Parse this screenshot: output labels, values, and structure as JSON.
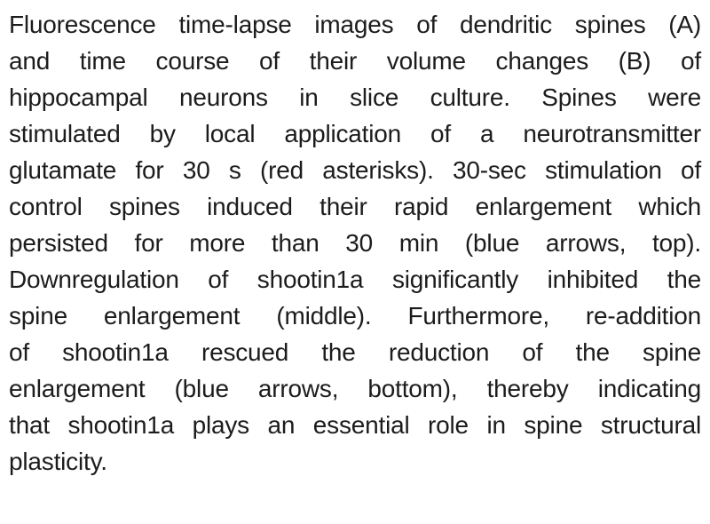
{
  "caption": {
    "text_color": "#1c1c1c",
    "background_color": "#ffffff",
    "full_text": "Fluorescence time-lapse images of dendritic spines (A) and time course of their volume changes (B) of hippocampal neurons in slice culture. Spines were stimulated by local application of a neurotransmitter glutamate for 30 s (red asterisks). 30-sec stimulation of control spines induced their rapid enlargement which persisted for more than 30 min (blue arrows, top). Downregulation of shootin1a significantly inhibited the spine enlargement (middle). Furthermore, re-addition of shootin1a rescued the reduction of the spine enlargement (blue arrows, bottom), thereby indicating that shootin1a plays an essential role in spine structural plasticity.",
    "lines": [
      "Fluorescence time-lapse images of dendritic spines (A)",
      "and time course of their volume changes (B) of",
      "hippocampal neurons in slice culture. Spines were",
      "stimulated by local application of a neurotransmitter",
      "glutamate for 30 s (red asterisks). 30-sec stimulation of",
      "control spines induced their rapid enlargement which",
      "persisted for more than 30 min (blue arrows, top).",
      "Downregulation of shootin1a significantly inhibited the",
      "spine enlargement (middle). Furthermore, re-addition",
      "of shootin1a rescued the reduction of the spine",
      "enlargement (blue arrows, bottom), thereby indicating",
      "that shootin1a plays an essential role in spine structural",
      "plasticity."
    ]
  }
}
